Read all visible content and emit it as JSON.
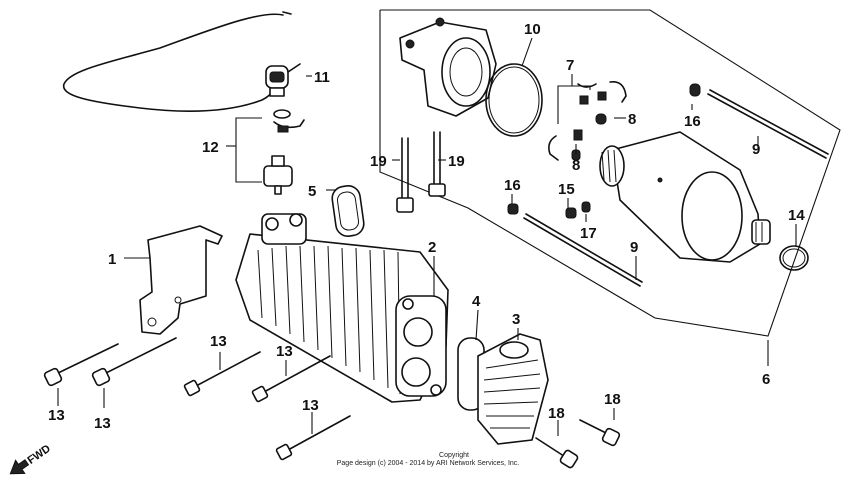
{
  "callouts": {
    "c1": "1",
    "c2": "2",
    "c3": "3",
    "c4": "4",
    "c5": "5",
    "c6": "6",
    "c7": "7",
    "c8a": "8",
    "c8b": "8",
    "c9a": "9",
    "c9b": "9",
    "c10": "10",
    "c11": "11",
    "c12": "12",
    "c13a": "13",
    "c13b": "13",
    "c13c": "13",
    "c13d": "13",
    "c13e": "13",
    "c14": "14",
    "c15": "15",
    "c16a": "16",
    "c16b": "16",
    "c17": "17",
    "c18a": "18",
    "c18b": "18",
    "c19a": "19",
    "c19b": "19"
  },
  "fwd_label": "FWD",
  "copyright": {
    "line1": "Copyright",
    "line2": "Page design (c) 2004 - 2014 by ARI Network Services, Inc."
  },
  "colors": {
    "ink": "#111111",
    "paper": "#ffffff"
  }
}
